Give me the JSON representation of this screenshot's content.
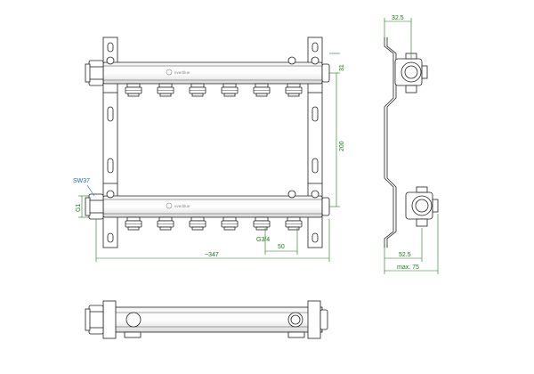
{
  "logo_text": "everblue",
  "front_view": {
    "dim_height": "200",
    "dim_offset": "31",
    "dim_width": "~347",
    "dim_spacing": "50",
    "thread": "G3/4",
    "inlet_thread": "G1",
    "wrench_size": "SW37",
    "outlets_per_bar": 6
  },
  "side_view": {
    "dim_top": "32.5",
    "dim_bottom": "52.5",
    "dim_max": "max. 75"
  },
  "colors": {
    "outline": "#222222",
    "dimension": "#1a7a1a",
    "callout": "#1a6fb0"
  }
}
